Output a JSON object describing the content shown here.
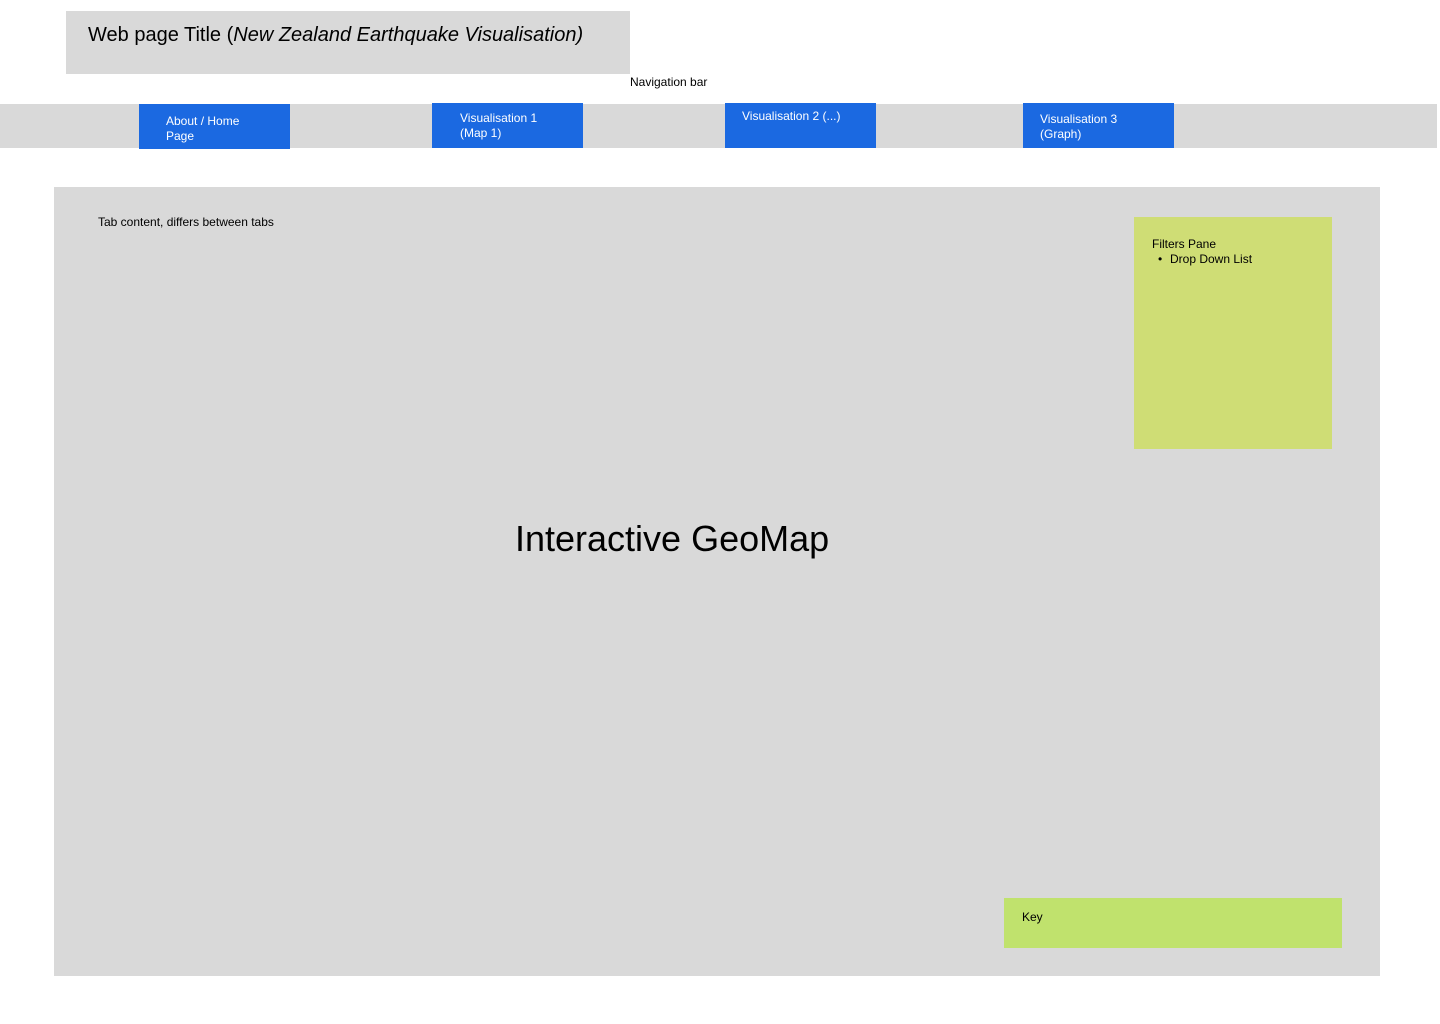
{
  "header": {
    "title_prefix": "Web page Title (",
    "title_italic": "New Zealand Earthquake Visualisation)"
  },
  "navigation": {
    "caption": "Navigation bar",
    "tabs": [
      {
        "label": "About / Home\nPage"
      },
      {
        "label": "Visualisation 1\n(Map 1)"
      },
      {
        "label": "Visualisation 2 (...)"
      },
      {
        "label": "Visualisation 3\n(Graph)"
      }
    ]
  },
  "content": {
    "caption": "Tab content, differs between tabs",
    "map_label": "Interactive GeoMap",
    "filters": {
      "title": "Filters Pane",
      "items": [
        "Drop Down List"
      ]
    },
    "key": {
      "label": "Key"
    }
  },
  "colors": {
    "panel_grey": "#d9d9d9",
    "tab_blue": "#1b69e1",
    "filters_green": "#cfdd75",
    "key_green": "#c0e26d"
  }
}
